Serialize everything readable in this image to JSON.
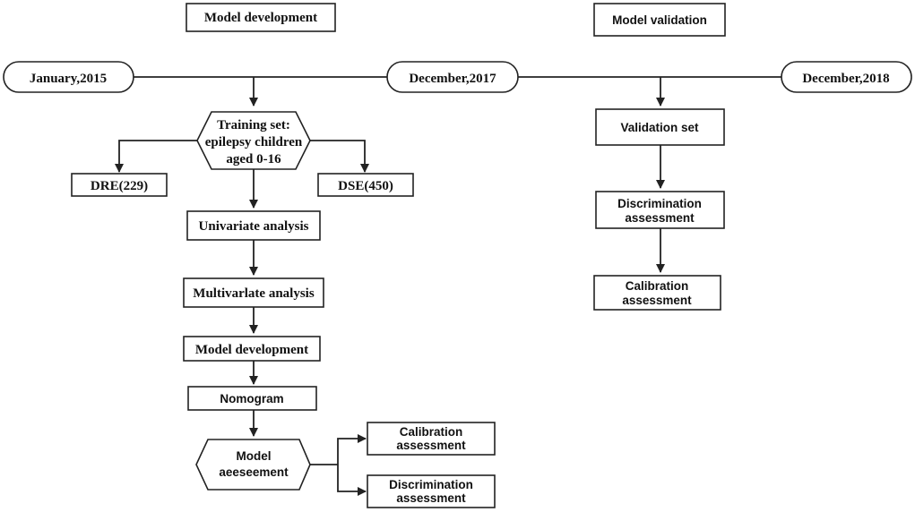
{
  "headers": {
    "development": "Model development",
    "validation": "Model validation"
  },
  "timeline": {
    "start": "January,2015",
    "middle": "December,2017",
    "end": "December,2018"
  },
  "development": {
    "training_line1": "Training set:",
    "training_line2": "epilepsy children",
    "training_line3": "aged 0-16",
    "dre": "DRE(229)",
    "dse": "DSE(450)",
    "univariate": "Univariate analysis",
    "multivariate": "Multivarlate analysis",
    "model_dev": "Model development",
    "nomogram": "Nomogram",
    "assess_line1": "Model",
    "assess_line2": "aeeseement",
    "calib_line1": "Calibration",
    "calib_line2": "assessment",
    "discrim_line1": "Discrimination",
    "discrim_line2": "assessment"
  },
  "validation": {
    "validation_set": "Validation set",
    "discrim_line1": "Discrimination",
    "discrim_line2": "assessment",
    "calib_line1": "Calibration",
    "calib_line2": "assessment"
  }
}
